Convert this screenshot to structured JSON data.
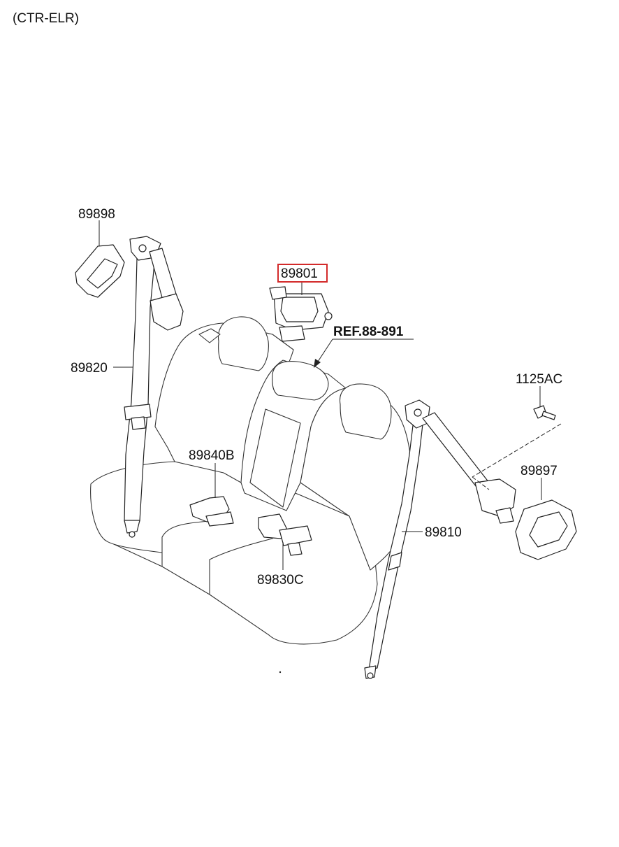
{
  "header": "(CTR-ELR)",
  "reference": "REF.88-891",
  "highlighted_part": "89801",
  "colors": {
    "highlight": "#d32a2a",
    "line": "#222222"
  },
  "parts": {
    "p89898": "89898",
    "p89801": "89801",
    "p89820": "89820",
    "p1125AC": "1125AC",
    "p89840B": "89840B",
    "p89897": "89897",
    "p89810": "89810",
    "p89830C": "89830C"
  }
}
